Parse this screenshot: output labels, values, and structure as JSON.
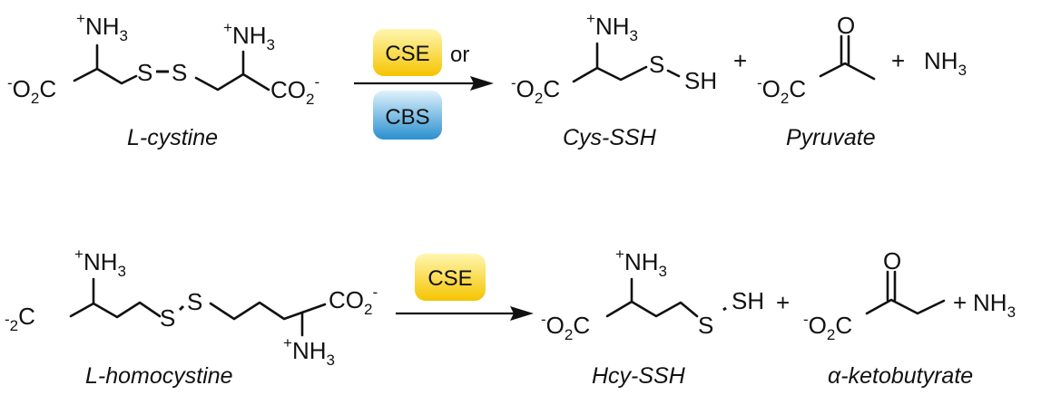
{
  "colors": {
    "sulfur": "#f2562d",
    "text": "#111111",
    "cse_top": "#fff6b0",
    "cse_bottom": "#f5c400",
    "cbs_top": "#dff2fb",
    "cbs_bottom": "#2a8fd0"
  },
  "reaction1": {
    "substrate": {
      "name": "L-cystine",
      "ammonium": "NH",
      "ammonium_sub": "3",
      "charge_plus": "+",
      "charge_minus": "-",
      "carboxylate_left": "O",
      "carboxylate_left_sub": "2",
      "carboxylate_left_c": "C",
      "carboxylate_right": "CO",
      "carboxylate_right_sub": "2",
      "sulfur": "S"
    },
    "enzymes": {
      "enzyme1": "CSE",
      "connector": "or",
      "enzyme2": "CBS"
    },
    "products": [
      {
        "name": "Cys-SSH",
        "sulfur": "S",
        "persulfide": "SH"
      },
      {
        "name": "Pyruvate",
        "carbonyl": "O"
      },
      {
        "formula": "NH",
        "formula_sub": "3"
      }
    ],
    "plus": "+"
  },
  "reaction2": {
    "substrate": {
      "name": "L-homocystine",
      "ammonium": "NH",
      "ammonium_sub": "3",
      "charge_plus": "+",
      "charge_minus": "-",
      "sulfur": "S"
    },
    "enzymes": {
      "enzyme1": "CSE"
    },
    "products": [
      {
        "name": "Hcy-SSH",
        "sulfur": "S",
        "persulfide": "SH"
      },
      {
        "name": "α-ketobutyrate",
        "name_greek": "α",
        "name_rest": "-ketobutyrate",
        "carbonyl": "O"
      },
      {
        "formula": "NH",
        "formula_sub": "3"
      }
    ],
    "plus": "+"
  }
}
